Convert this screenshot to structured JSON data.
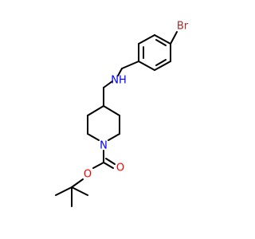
{
  "molecule": {
    "atoms": [
      {
        "id": "n-piperidine",
        "symbol": "N",
        "color": "#0000ff"
      },
      {
        "id": "n-amine",
        "symbol": "NH",
        "color": "#0000ff"
      },
      {
        "id": "o-ester",
        "symbol": "O",
        "color": "#ff0000"
      },
      {
        "id": "o-carbonyl",
        "symbol": "O",
        "color": "#ff0000"
      },
      {
        "id": "br",
        "symbol": "Br",
        "color": "#a52a2a"
      }
    ]
  }
}
